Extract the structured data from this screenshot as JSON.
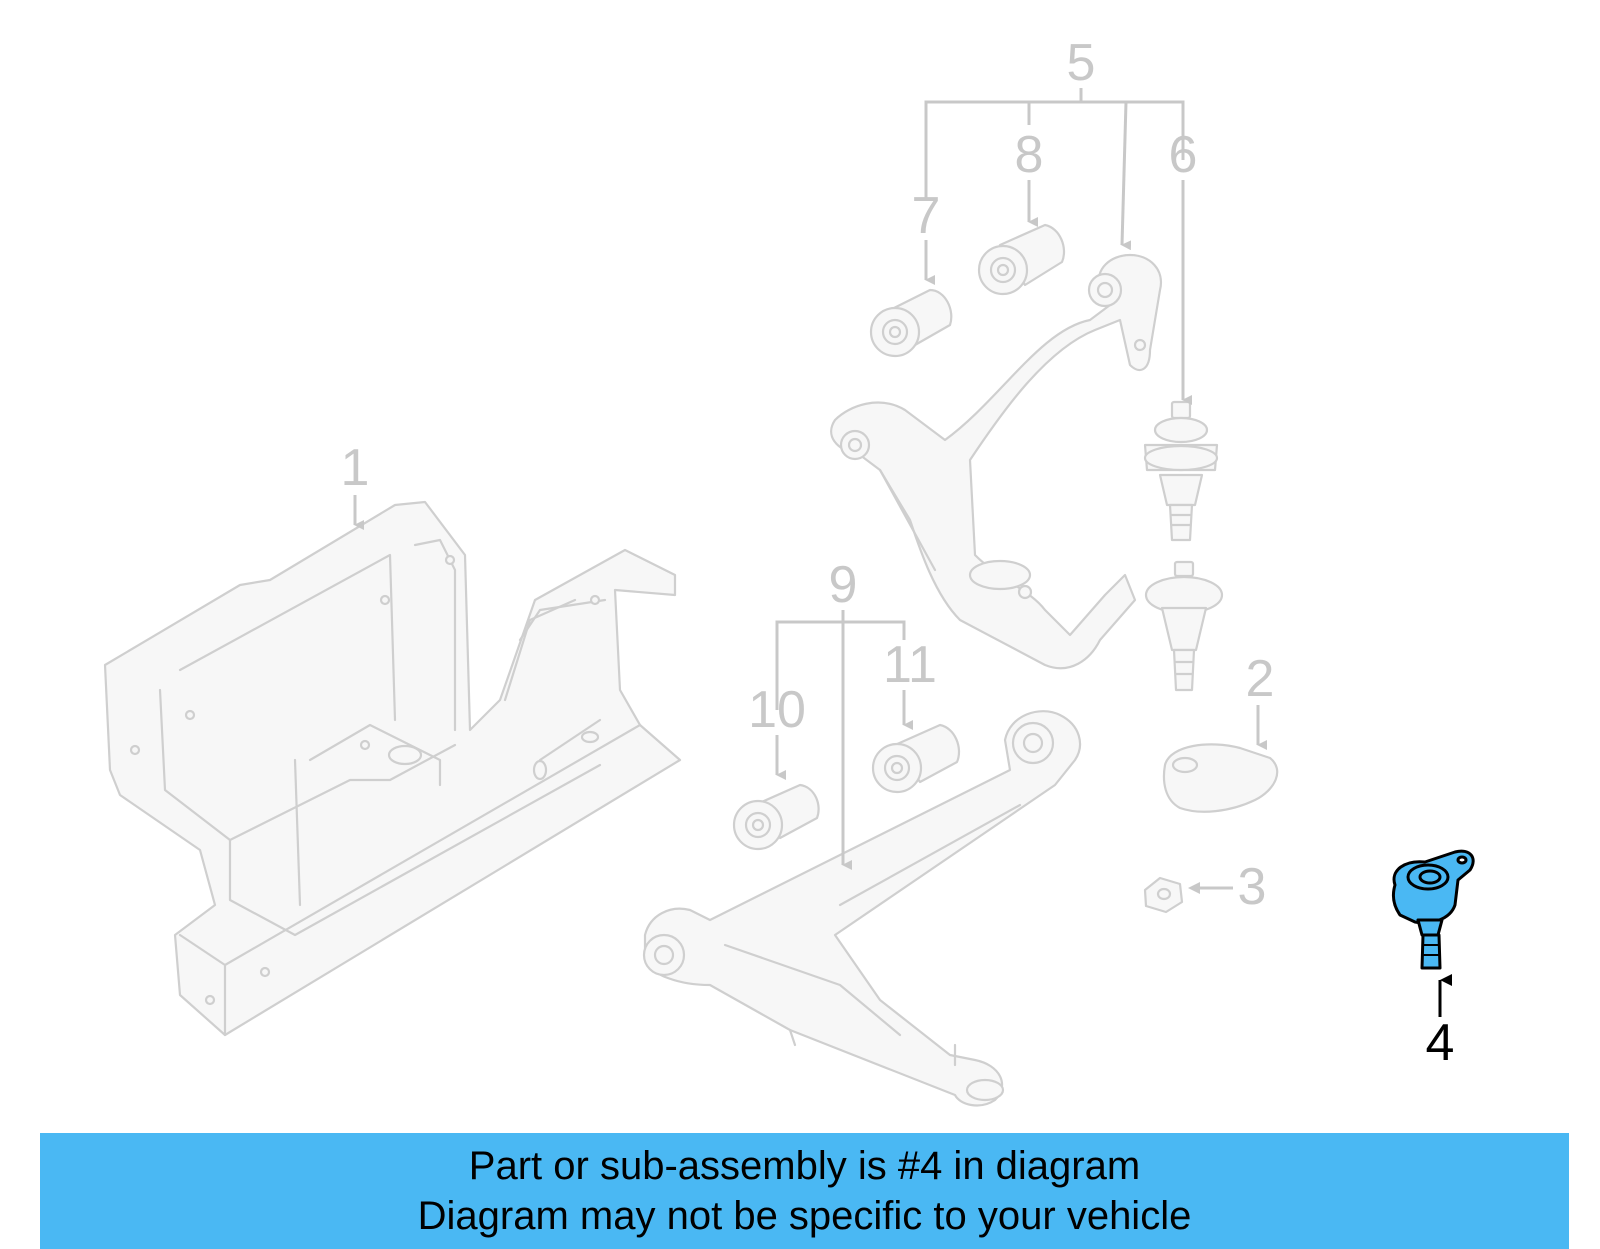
{
  "diagram": {
    "callouts": [
      "1",
      "2",
      "3",
      "4",
      "5",
      "6",
      "7",
      "8",
      "9",
      "10",
      "11"
    ],
    "highlighted_callout": "4",
    "highlight_color": "#4ab8f3",
    "inactive_color": "#c8c8c8"
  },
  "banner": {
    "line1": "Part or sub-assembly is #4 in diagram",
    "line2": "Diagram may not be specific to your vehicle",
    "background": "#4ab8f3"
  }
}
